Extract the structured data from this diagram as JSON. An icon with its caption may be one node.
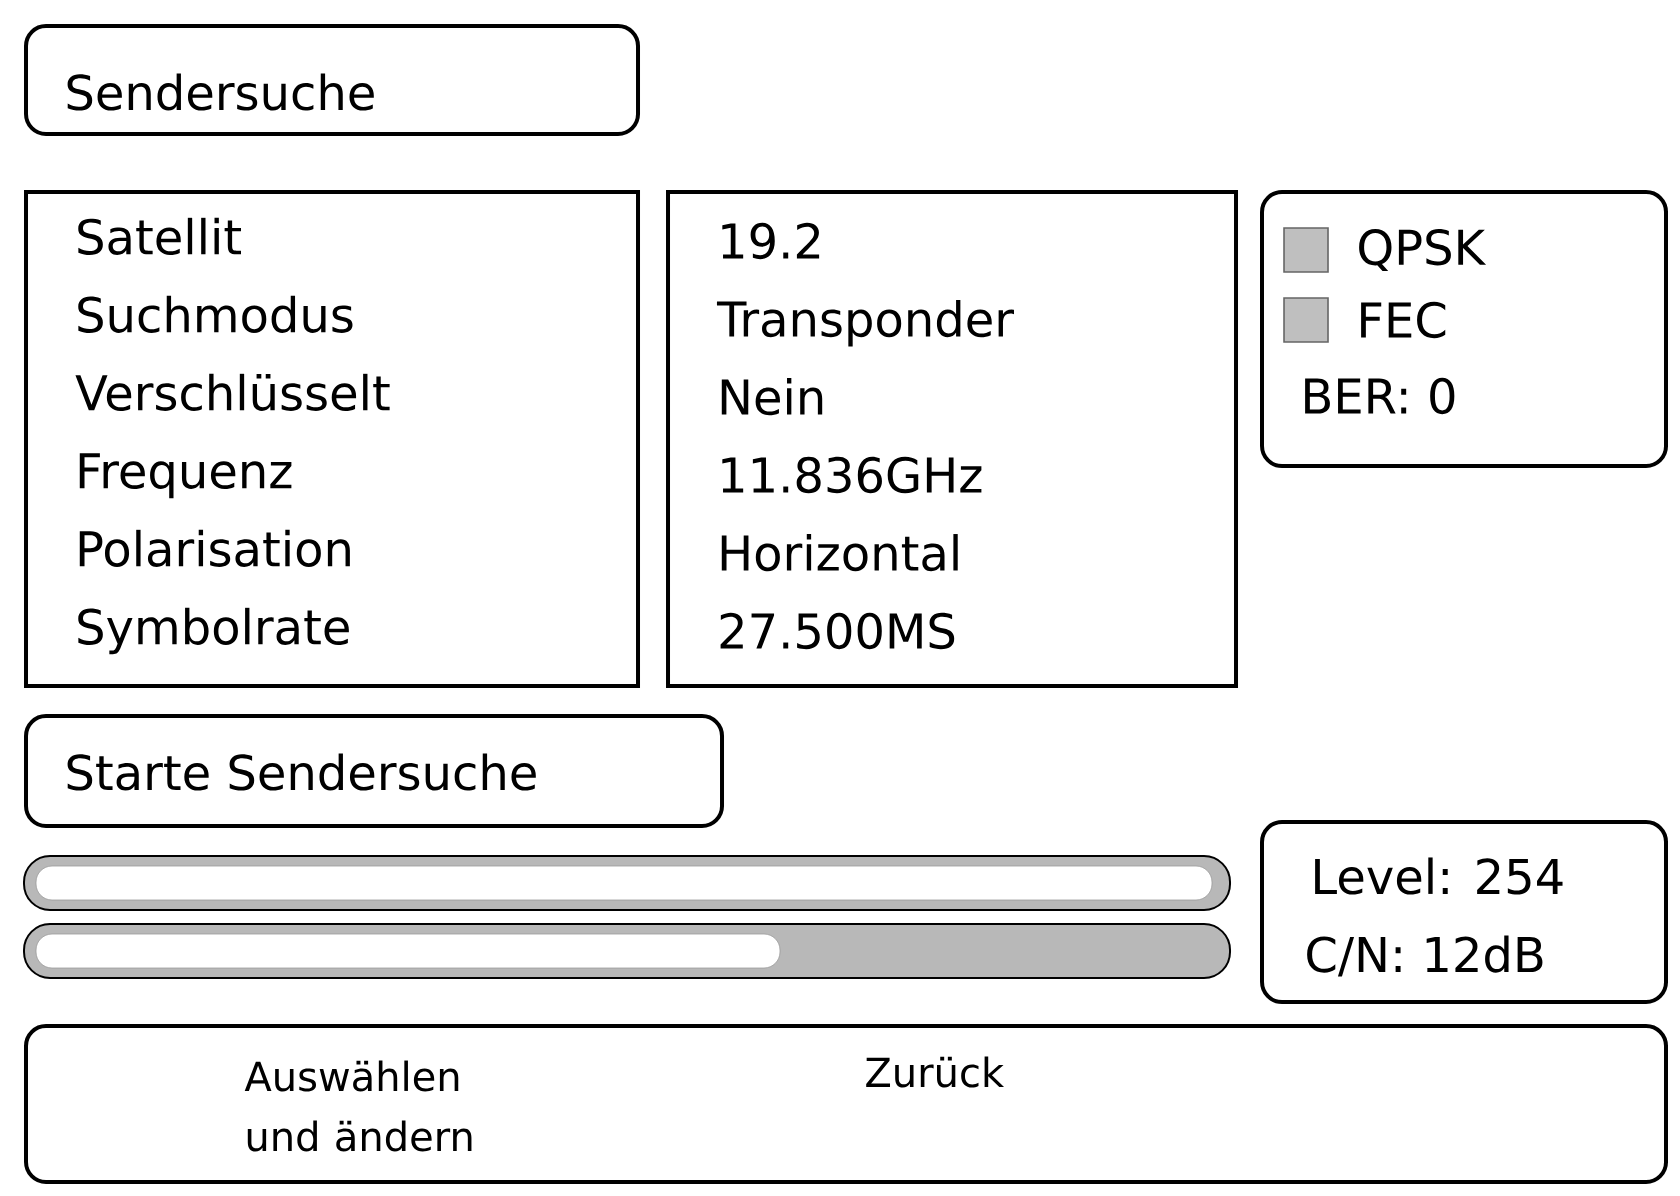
{
  "diagram": {
    "nodes": [
      {
        "text": [
          "Sendersuche"
        ]
      },
      {
        "text": [
          "Satellit",
          "Suchmodus",
          "Verschlüsselt",
          "Frequenz",
          "Polarisation",
          "Symbolrate"
        ]
      },
      {
        "text": [
          "19.2",
          "Transponder",
          "Nein",
          "11.836GHz",
          "Horizontal",
          "27.500MS"
        ]
      },
      {
        "text": [
          "QPSK",
          "FEC",
          "BER: 0"
        ]
      },
      {
        "text": [
          "Starte Sendersuche"
        ]
      },
      {
        "text": [
          "Level: 254",
          "C/N: 12dB"
        ]
      },
      {
        "text": [
          "Auswählen und ändern",
          "Zurück"
        ]
      }
    ]
  }
}
